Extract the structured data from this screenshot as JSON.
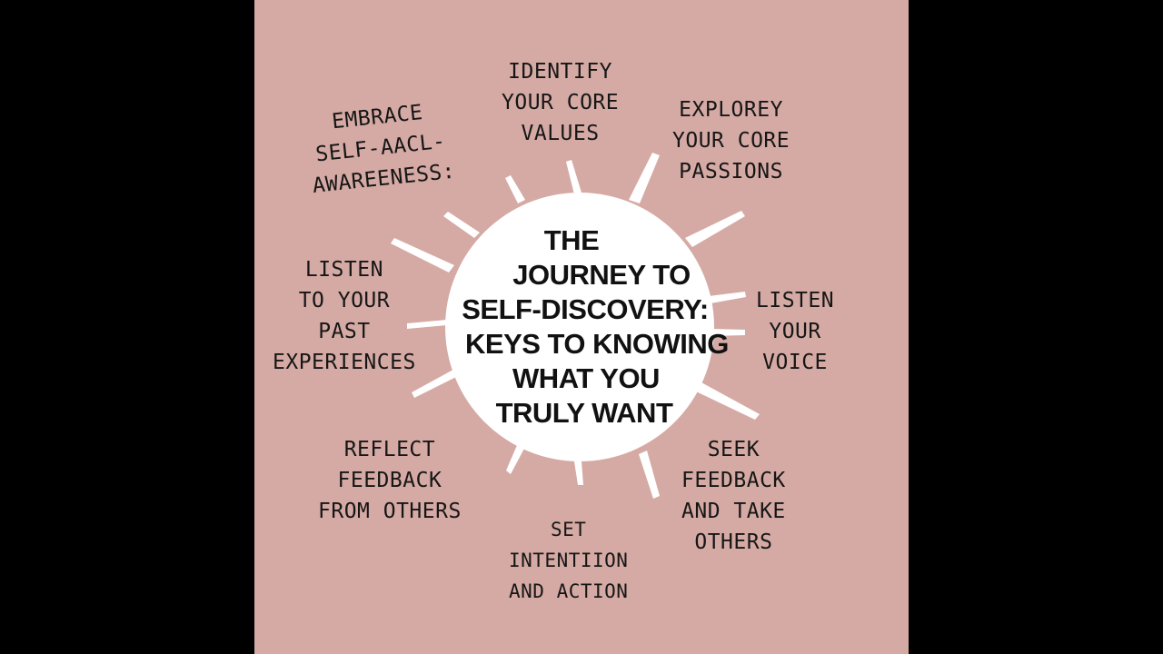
{
  "diagram": {
    "title_lines": [
      "THE",
      "JOURNEY TO",
      "SELF-DISCOVERY:",
      "KEYS TO KNOWING",
      "WHAT YOU",
      "TRULY WANT"
    ],
    "keys": {
      "identify": [
        "IDENTIFY",
        "YOUR CORE",
        "VALUES"
      ],
      "explore": [
        "EXPLOREY",
        "YOUR CORE",
        "PASSIONS"
      ],
      "embrace": [
        "EMBRACE",
        "SELF-AACL-",
        "AWAREENESS:"
      ],
      "listen_past": [
        "LISTEN",
        "TO YOUR",
        "PAST",
        "EXPERIENCES"
      ],
      "listen_voice": [
        "LISTEN",
        "YOUR",
        "VOICE"
      ],
      "reflect": [
        "REFLECT",
        "FEEDBACK",
        "FROM OTHERS"
      ],
      "seek": [
        "SEEK",
        "FEEDBACK",
        "AND TAKE",
        "OTHERS"
      ],
      "set": [
        "SET",
        "INTENTIION",
        "AND ACTION"
      ]
    },
    "colors": {
      "background": "#d5aaa4",
      "frame": "#000000",
      "circle": "#ffffff",
      "ink": "#161616"
    }
  }
}
